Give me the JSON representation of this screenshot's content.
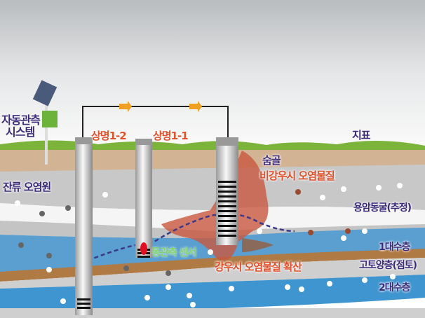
{
  "labels": {
    "auto_system": [
      "자동관측",
      "시스템"
    ],
    "well_a": "상명1-2",
    "well_b": "상명1-1",
    "surface": "지표",
    "residual_source": "잔류 오염원",
    "sinkhole": "숨골",
    "dry_pollutant": "비강우시 오염물질",
    "lava_cave": "용암동굴(추정)",
    "aquifer1": "1대수층",
    "clay_layer": "고토양층(점토)",
    "aquifer2": "2대수층",
    "sensor": "동관측 센서",
    "rain_diffusion": "강우시 오염물질 확산"
  }
}
